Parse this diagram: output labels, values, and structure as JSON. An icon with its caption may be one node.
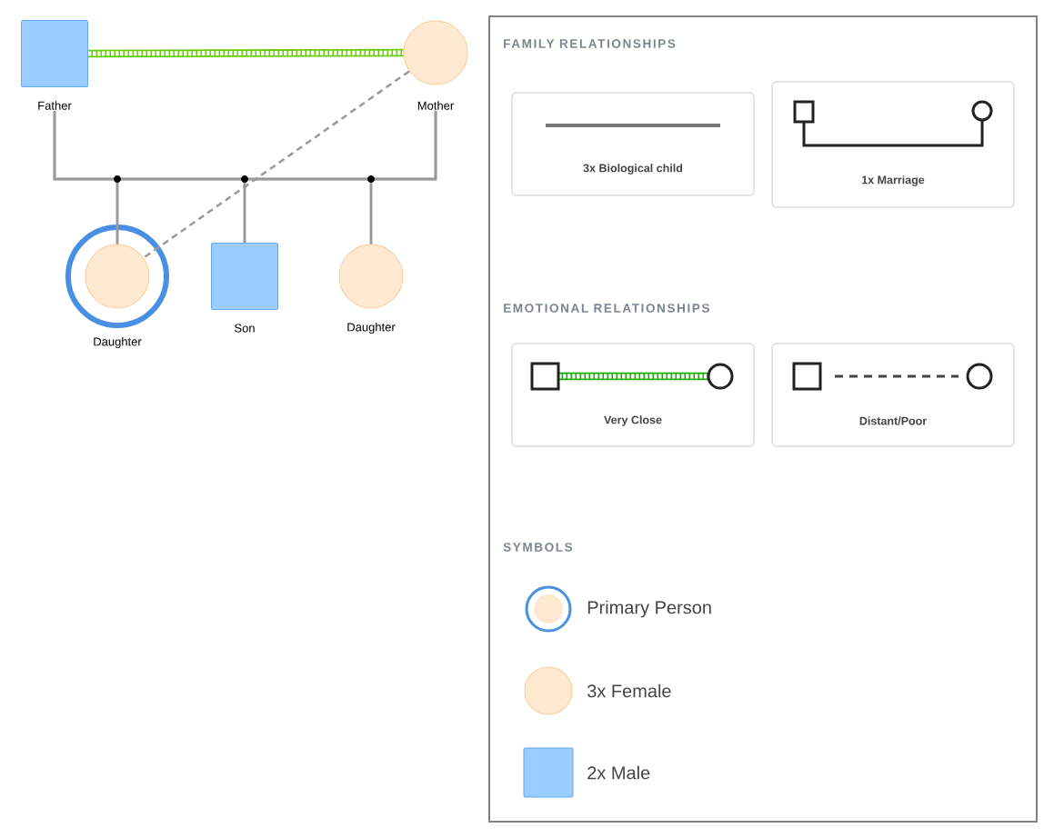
{
  "diagram": {
    "nodes": [
      {
        "text": [],
        "shape": "box",
        "beside": [
          "Father"
        ]
      },
      {
        "text": [],
        "shape": "circle",
        "beside": [
          "Mother"
        ]
      },
      {
        "text": [],
        "shape": "circle",
        "beside": [
          "Daughter"
        ]
      },
      {
        "text": [],
        "shape": "box",
        "beside": [
          "Son"
        ]
      },
      {
        "text": [],
        "shape": "circle",
        "beside": [
          "Daughter"
        ]
      }
    ],
    "edges": [
      {
        "from": 0,
        "to": 1,
        "arrow": "none",
        "style": "thick",
        "color": "#66cc00"
      },
      {
        "from": 0,
        "to": 2,
        "arrow": "none"
      },
      {
        "from": 0,
        "to": 3,
        "arrow": "none"
      },
      {
        "from": 0,
        "to": 4,
        "arrow": "none"
      },
      {
        "from": 1,
        "to": 2,
        "arrow": "none"
      },
      {
        "from": 1,
        "to": 3,
        "arrow": "none"
      },
      {
        "from": 1,
        "to": 4,
        "arrow": "none"
      },
      {
        "from": 1,
        "to": 2,
        "arrow": "none",
        "style": "dashed"
      }
    ],
    "labels": [
      "FAMILY RELATIONSHIPS",
      "EMOTIONAL RELATIONSHIPS",
      "SYMBOLS"
    ],
    "legend": [
      {
        "text": "3x Biological child"
      },
      {
        "text": "1x Marriage"
      },
      {
        "text": "Very Close"
      },
      {
        "text": "Distant/Poor"
      },
      {
        "text": "Primary Person"
      },
      {
        "text": "3x Female"
      },
      {
        "text": "2x Male"
      }
    ]
  }
}
